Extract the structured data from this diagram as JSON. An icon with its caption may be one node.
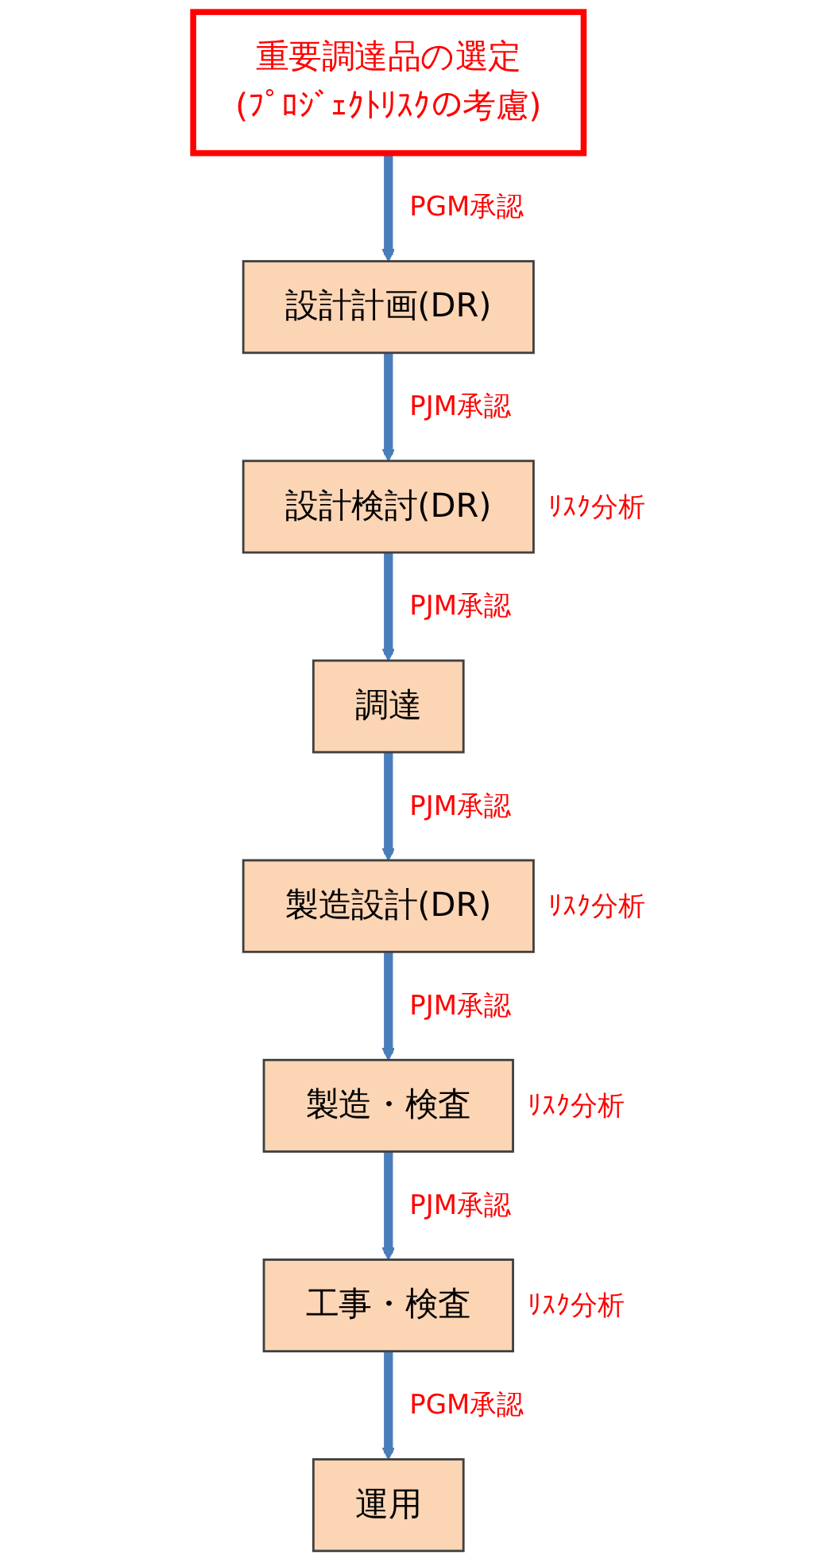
{
  "diagram": {
    "nodes": [
      {
        "text": [
          "重要調達品の選定",
          "(ﾌﾟﾛｼﾞｪｸﾄﾘｽｸの考慮)"
        ]
      },
      {
        "text": [
          "設計計画(DR)"
        ]
      },
      {
        "text": [
          "設計検討(DR)"
        ],
        "beside": [
          "ﾘｽｸ分析"
        ]
      },
      {
        "text": [
          "調達"
        ]
      },
      {
        "text": [
          "製造設計(DR)"
        ],
        "beside": [
          "ﾘｽｸ分析"
        ]
      },
      {
        "text": [
          "製造・検査"
        ],
        "beside": [
          "ﾘｽｸ分析"
        ]
      },
      {
        "text": [
          "工事・検査"
        ],
        "beside": [
          "ﾘｽｸ分析"
        ]
      },
      {
        "text": [
          "運用"
        ]
      }
    ],
    "edges": [
      {
        "from": 0,
        "to": 1,
        "arrow": "to",
        "label": "PGM承認"
      },
      {
        "from": 1,
        "to": 2,
        "arrow": "to",
        "label": "PJM承認"
      },
      {
        "from": 2,
        "to": 3,
        "arrow": "to",
        "label": "PJM承認"
      },
      {
        "from": 3,
        "to": 4,
        "arrow": "to",
        "label": "PJM承認"
      },
      {
        "from": 4,
        "to": 5,
        "arrow": "to",
        "label": "PJM承認"
      },
      {
        "from": 5,
        "to": 6,
        "arrow": "to",
        "label": "PJM承認"
      },
      {
        "from": 6,
        "to": 7,
        "arrow": "to",
        "label": "PGM承認"
      }
    ]
  }
}
